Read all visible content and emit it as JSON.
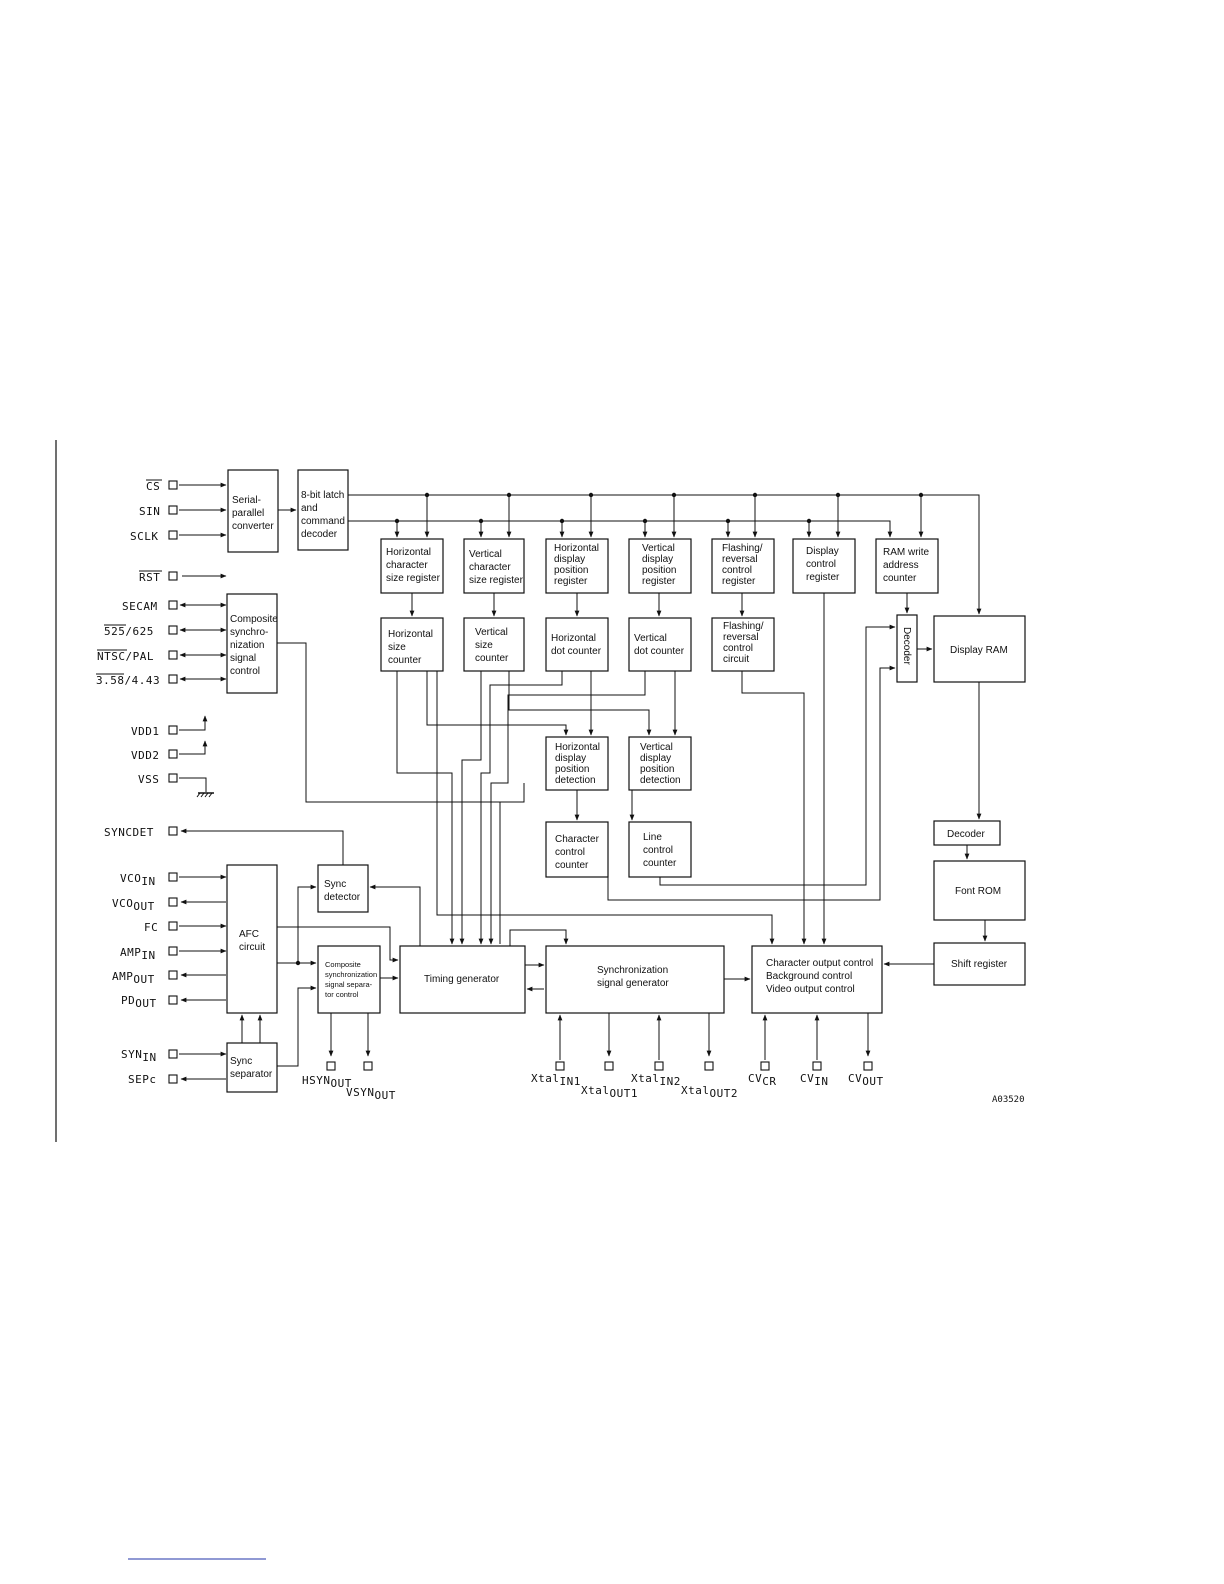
{
  "blocks": {
    "serial_parallel": [
      "Serial-",
      "parallel",
      "converter"
    ],
    "latch_decoder": [
      "8-bit latch",
      "and",
      "command",
      "decoder"
    ],
    "h_char_size_reg": [
      "Horizontal",
      "character",
      "size register"
    ],
    "v_char_size_reg": [
      "Vertical",
      "character",
      "size register"
    ],
    "h_disp_pos_reg": [
      "Horizontal",
      "display",
      "position",
      "register"
    ],
    "v_disp_pos_reg": [
      "Vertical",
      "display",
      "position",
      "register"
    ],
    "flash_rev_reg": [
      "Flashing/",
      "reversal",
      "control",
      "register"
    ],
    "display_ctrl_reg": [
      "Display",
      "control",
      "register"
    ],
    "ram_write_addr": [
      "RAM write",
      "address",
      "counter"
    ],
    "composite_sync_ctrl": [
      "Composite",
      "synchro-",
      "nization",
      "signal",
      "control"
    ],
    "h_size_counter": [
      "Horizontal",
      "size",
      "counter"
    ],
    "v_size_counter": [
      "Vertical",
      "size",
      "counter"
    ],
    "h_dot_counter": [
      "Horizontal",
      "dot counter"
    ],
    "v_dot_counter": [
      "Vertical",
      "dot counter"
    ],
    "flash_rev_circuit": [
      "Flashing/",
      "reversal",
      "control",
      "circuit"
    ],
    "decoder_vertical": "Decoder",
    "display_ram": "Display RAM",
    "h_pos_detect": [
      "Horizontal",
      "display",
      "position",
      "detection"
    ],
    "v_pos_detect": [
      "Vertical",
      "display",
      "position",
      "detection"
    ],
    "char_ctrl_counter": [
      "Character",
      "control",
      "counter"
    ],
    "line_ctrl_counter": [
      "Line",
      "control",
      "counter"
    ],
    "decoder_bottom": "Decoder",
    "font_rom": "Font ROM",
    "shift_register": "Shift register",
    "sync_detector": [
      "Sync",
      "detector"
    ],
    "afc_circuit": [
      "AFC",
      "circuit"
    ],
    "comp_sync_sep": [
      "Composite",
      "synchronization",
      "signal separa-",
      "tor control"
    ],
    "timing_generator": "Timing generator",
    "sync_signal_gen": [
      "Synchronization",
      "signal generator"
    ],
    "char_output_ctrl": [
      "Character output control",
      "Background control",
      "Video output control"
    ],
    "sync_separator": [
      "Sync",
      "separator"
    ]
  },
  "pins": {
    "cs": "CS",
    "sin": "SIN",
    "sclk": "SCLK",
    "rst": "RST",
    "secam": "SECAM",
    "sel_525_a": "525",
    "sel_525_b": "/625",
    "ntsc_a": "NTSC",
    "ntsc_b": "/PAL",
    "sel_358_a": "3.58",
    "sel_358_b": "/4.43",
    "vdd1": "VDD1",
    "vdd2": "VDD2",
    "vss": "VSS",
    "syncdet": "SYNCDET",
    "vco_in_a": "VCO",
    "vco_in_b": "IN",
    "vco_out_a": "VCO",
    "vco_out_b": "OUT",
    "fc": "FC",
    "amp_in_a": "AMP",
    "amp_in_b": "IN",
    "amp_out_a": "AMP",
    "amp_out_b": "OUT",
    "pd_out_a": "PD",
    "pd_out_b": "OUT",
    "syn_in_a": "SYN",
    "syn_in_b": "IN",
    "sepc": "SEPc",
    "hsyn_out_a": "HSYN",
    "hsyn_out_b": "OUT",
    "vsyn_out_a": "VSYN",
    "vsyn_out_b": "OUT",
    "xtal_in1_a": "Xtal",
    "xtal_in1_b": "IN1",
    "xtal_out1_a": "Xtal",
    "xtal_out1_b": "OUT1",
    "xtal_in2_a": "Xtal",
    "xtal_in2_b": "IN2",
    "xtal_out2_a": "Xtal",
    "xtal_out2_b": "OUT2",
    "cvcr_a": "CV",
    "cvcr_b": "CR",
    "cvin_a": "CV",
    "cvin_b": "IN",
    "cvout_a": "CV",
    "cvout_b": "OUT"
  },
  "figure_code": "A03520"
}
